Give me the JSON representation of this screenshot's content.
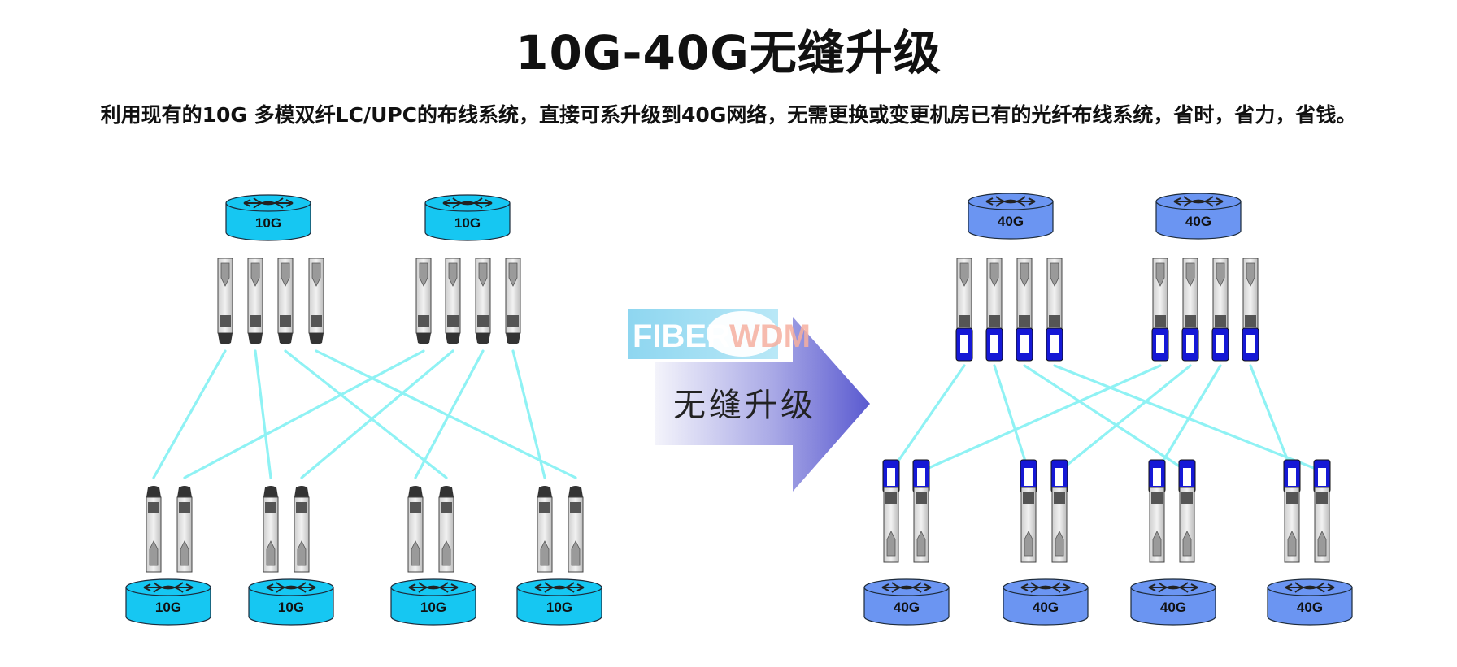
{
  "header": {
    "title": "10G-40G无缝升级",
    "subtitle": "利用现有的10G 多模双纤LC/UPC的布线系统，直接可系升级到40G网络，无需更换或变更机房已有的光纤布线系统，省时，省力，省钱。"
  },
  "left_network": {
    "top_nodes": [
      "10G",
      "10G"
    ],
    "bottom_nodes": [
      "10G",
      "10G",
      "10G",
      "10G"
    ],
    "node_color": "#16c7f2"
  },
  "right_network": {
    "top_nodes": [
      "40G",
      "40G"
    ],
    "bottom_nodes": [
      "40G",
      "40G",
      "40G",
      "40G"
    ],
    "node_color": "#6b95f2",
    "module_accent": "#1518d6"
  },
  "upgrade_arrow": {
    "label": "无缝升级",
    "brand_part1": "FIBER",
    "brand_part2": "WDM",
    "gradient_end": "#5a5ad0"
  },
  "link_color": "#8ff2f4"
}
